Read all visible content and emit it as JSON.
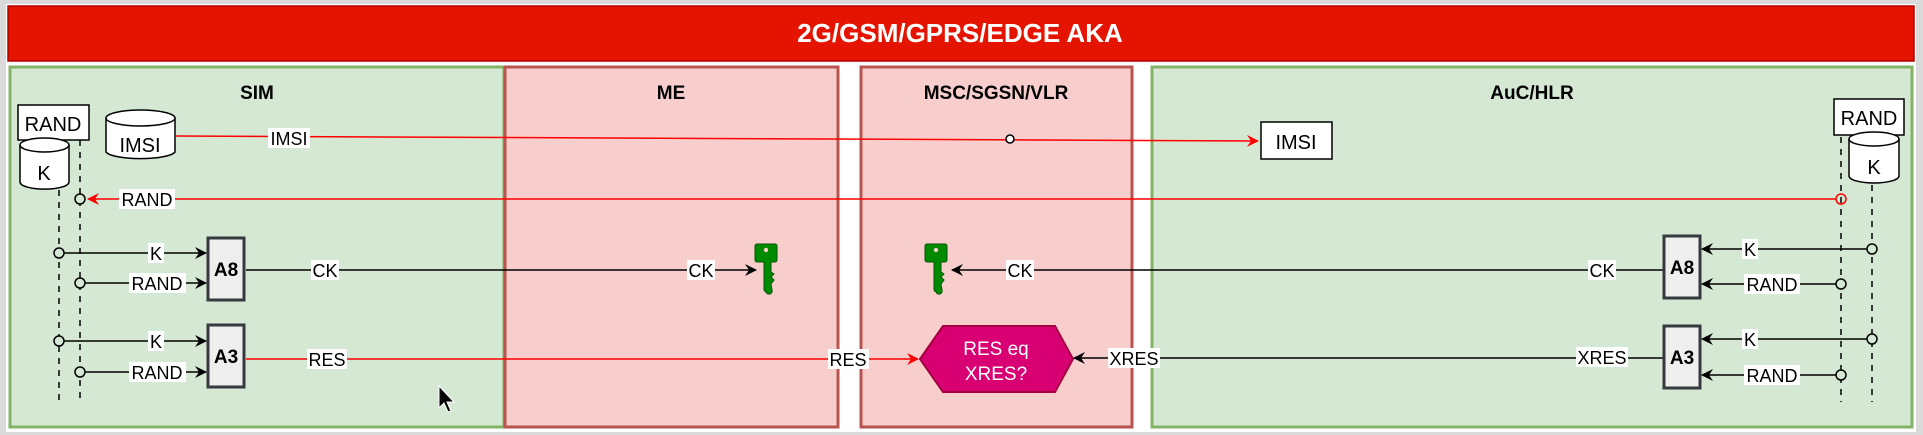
{
  "title": "2G/GSM/GPRS/EDGE AKA",
  "colors": {
    "title_bg": "#e51400",
    "title_border": "#b20000",
    "green_fill": "#d5e8d4",
    "green_border": "#82b366",
    "red_fill": "#f8cecc",
    "red_border": "#b85450",
    "signal_red": "#ff0000",
    "key_green": "#008a00",
    "compare_fill": "#d80073",
    "block_fill": "#eeeeee"
  },
  "lanes": {
    "sim": "SIM",
    "me": "ME",
    "msc": "MSC/SGSN/VLR",
    "auc": "AuC/HLR"
  },
  "sim": {
    "rand_box": "RAND",
    "k_store": "K",
    "imsi_store": "IMSI",
    "a8": "A8",
    "a3": "A3",
    "a8_in_k": "K",
    "a8_in_rand": "RAND",
    "a3_in_k": "K",
    "a3_in_rand": "RAND"
  },
  "auc": {
    "rand_box": "RAND",
    "k_store": "K",
    "imsi_box": "IMSI",
    "a8": "A8",
    "a3": "A3",
    "a8_in_k": "K",
    "a8_in_rand": "RAND",
    "a3_in_k": "K",
    "a3_in_rand": "RAND"
  },
  "flows": {
    "imsi": "IMSI",
    "rand": "RAND",
    "ck_sim": "CK",
    "ck_me": "CK",
    "ck_msc": "CK",
    "ck_auc": "CK",
    "res_sim": "RES",
    "res_me": "RES",
    "xres_msc": "XRES",
    "xres_auc": "XRES"
  },
  "compare": {
    "line1": "RES eq",
    "line2": "XRES?"
  },
  "icons": {
    "me_key": "key-icon",
    "msc_key": "key-icon"
  }
}
